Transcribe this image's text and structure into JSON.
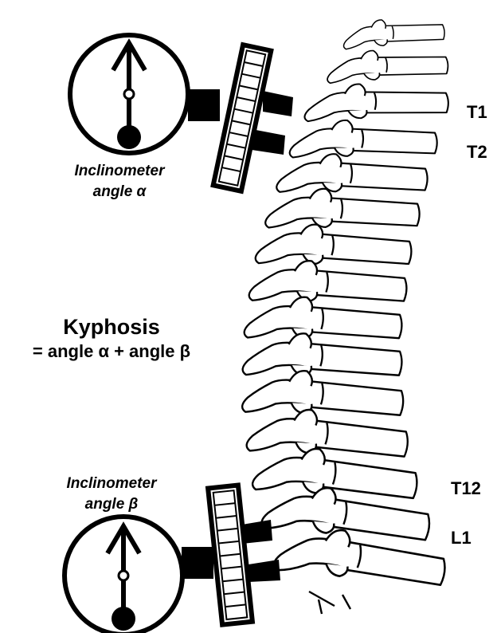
{
  "formula": {
    "title": "Kyphosis",
    "equation": "= angle α + angle β"
  },
  "inclinometer_top": {
    "line1": "Inclinometer",
    "line2": "angle α"
  },
  "inclinometer_bottom": {
    "line1": "Inclinometer",
    "line2": "angle β"
  },
  "vertebra_labels": {
    "t1": "T1",
    "t2": "T2",
    "t12": "T12",
    "l1": "L1"
  },
  "colors": {
    "ink": "#000000",
    "paper": "#ffffff"
  },
  "icons": [
    "inclinometer-dial-icon",
    "spine-illustration"
  ]
}
